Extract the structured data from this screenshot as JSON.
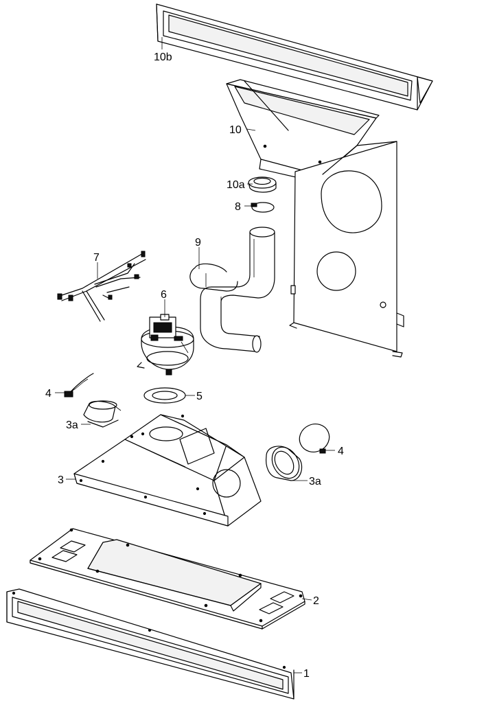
{
  "callouts": {
    "c1": "1",
    "c2": "2",
    "c3": "3",
    "c3a_left": "3a",
    "c3a_right": "3a",
    "c4_left": "4",
    "c4_right": "4",
    "c5": "5",
    "c6": "6",
    "c7": "7",
    "c8": "8",
    "c9": "9",
    "c10": "10",
    "c10a": "10a",
    "c10b": "10b"
  }
}
